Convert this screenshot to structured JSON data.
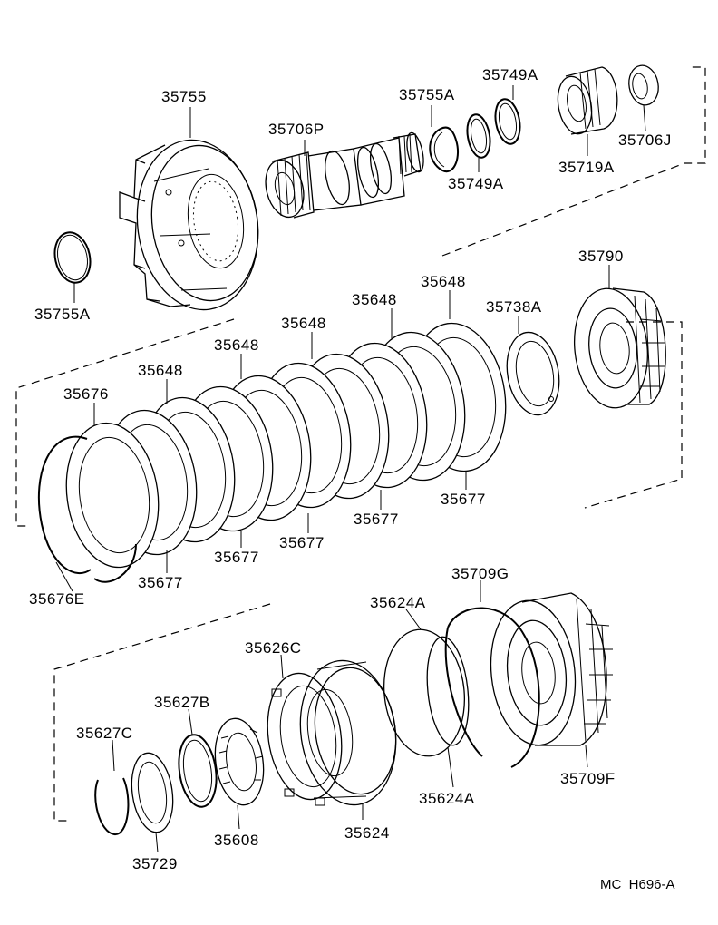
{
  "diagram_code": "MC  H696-A",
  "groups": {
    "top": {
      "parts": {
        "p35755": "35755",
        "p35706P": "35706P",
        "p35755A_snap": "35755A",
        "p35749A_top": "35749A",
        "p35749A_bottom": "35749A",
        "p35719A": "35719A",
        "p35706J": "35706J",
        "p35755A_ring": "35755A"
      }
    },
    "middle": {
      "parts": {
        "p35790": "35790",
        "p35738A": "35738A",
        "p35648_a": "35648",
        "p35648_b": "35648",
        "p35648_c": "35648",
        "p35648_d": "35648",
        "p35648_e": "35648",
        "p35676": "35676",
        "p35676E": "35676E",
        "p35677_a": "35677",
        "p35677_b": "35677",
        "p35677_c": "35677",
        "p35677_d": "35677",
        "p35677_e": "35677"
      }
    },
    "bottom": {
      "parts": {
        "p35709G": "35709G",
        "p35624A_top": "35624A",
        "p35626C": "35626C",
        "p35627B": "35627B",
        "p35627C": "35627C",
        "p35729": "35729",
        "p35608": "35608",
        "p35624": "35624",
        "p35624A_bottom": "35624A",
        "p35709F": "35709F"
      }
    }
  }
}
